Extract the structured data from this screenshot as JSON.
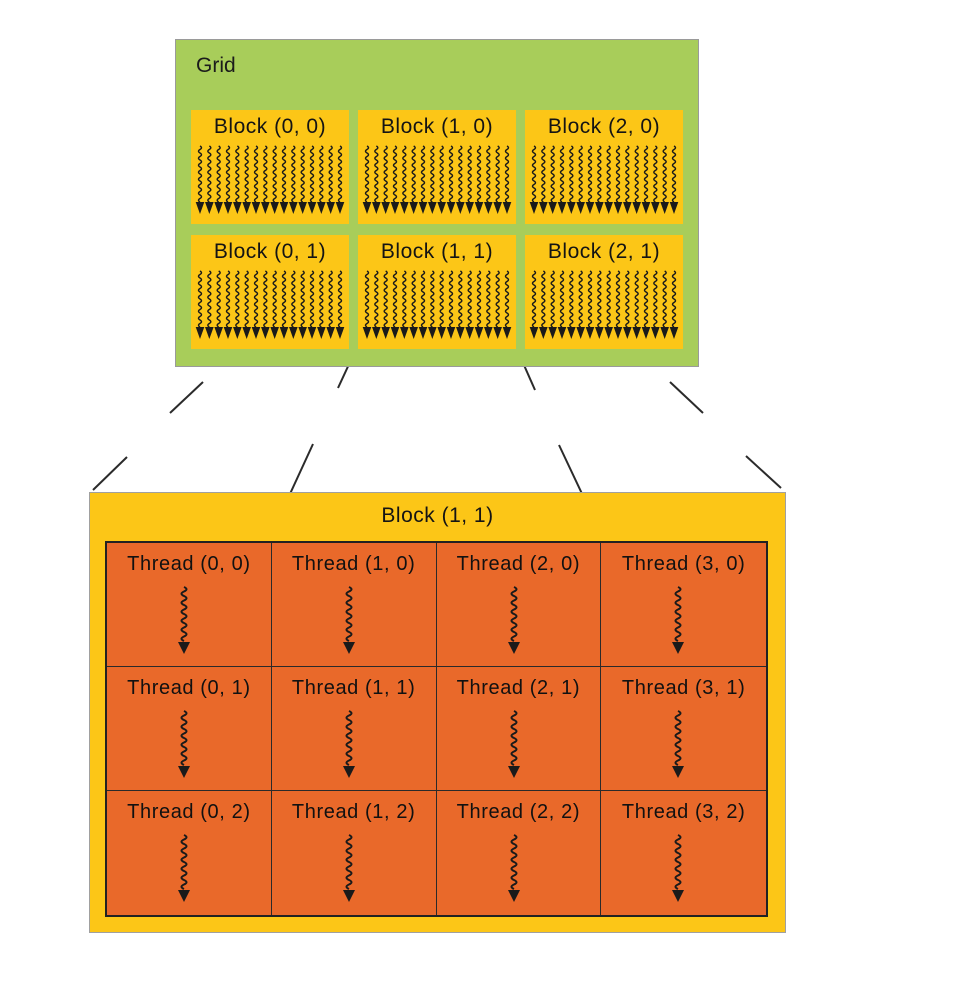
{
  "grid": {
    "label": "Grid",
    "blocks": [
      {
        "label": "Block (0, 0)"
      },
      {
        "label": "Block (1, 0)"
      },
      {
        "label": "Block (2, 0)"
      },
      {
        "label": "Block (0, 1)"
      },
      {
        "label": "Block (1, 1)"
      },
      {
        "label": "Block (2, 1)"
      }
    ]
  },
  "detail_block": {
    "label": "Block (1, 1)",
    "threads": [
      {
        "label": "Thread (0, 0)"
      },
      {
        "label": "Thread (1, 0)"
      },
      {
        "label": "Thread (2, 0)"
      },
      {
        "label": "Thread (3, 0)"
      },
      {
        "label": "Thread (0, 1)"
      },
      {
        "label": "Thread (1, 1)"
      },
      {
        "label": "Thread (2, 1)"
      },
      {
        "label": "Thread (3, 1)"
      },
      {
        "label": "Thread (0, 2)"
      },
      {
        "label": "Thread (1, 2)"
      },
      {
        "label": "Thread (2, 2)"
      },
      {
        "label": "Thread (3, 2)"
      }
    ]
  },
  "colors": {
    "grid_bg": "#a8cd5a",
    "block_bg": "#fcc617",
    "thread_bg": "#e9692a",
    "line": "#222222"
  },
  "icons": {
    "thread_glyph": "wavy-arrow-icon"
  }
}
